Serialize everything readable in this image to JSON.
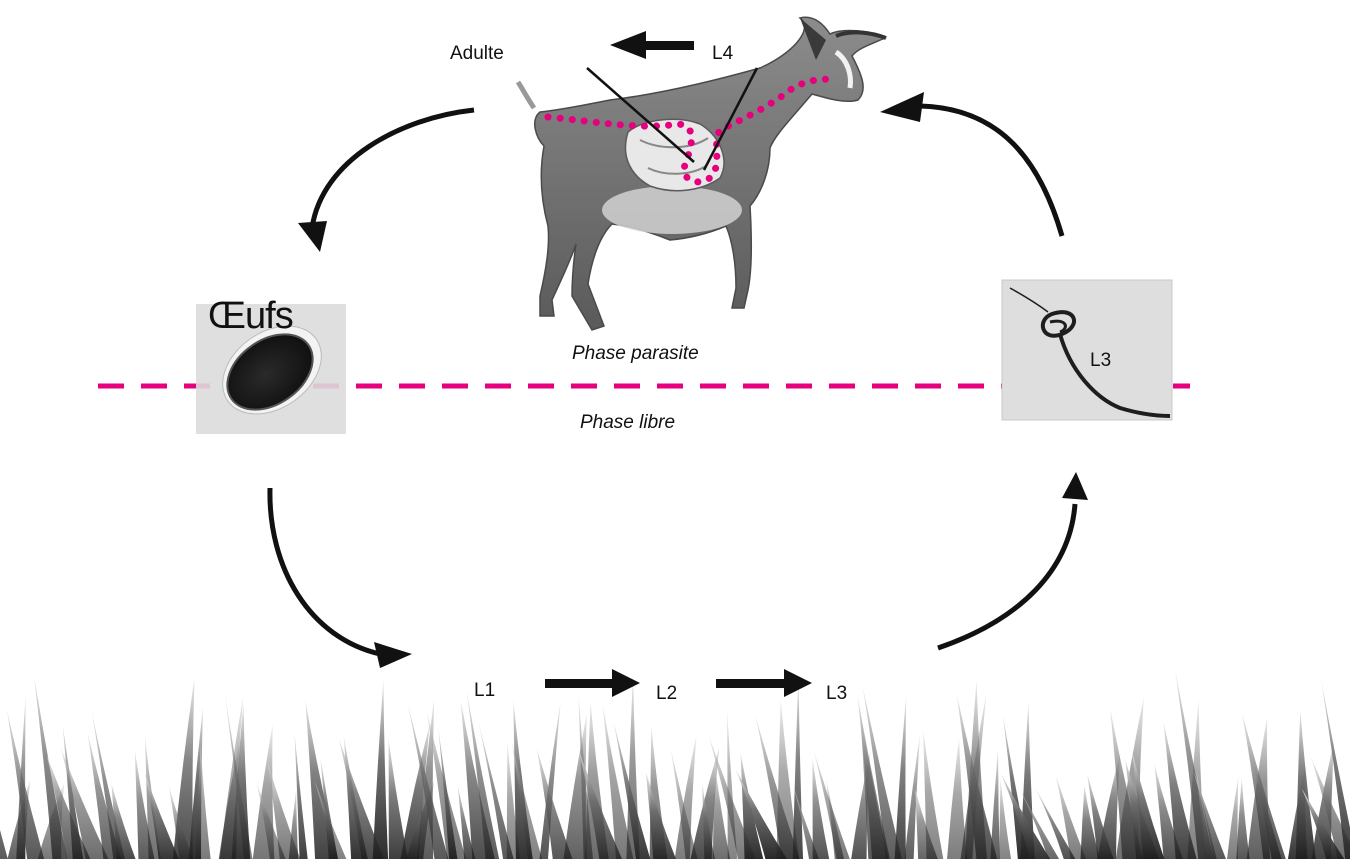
{
  "host": {
    "adult_label": "Adulte",
    "l4_label": "L4"
  },
  "phases": {
    "parasite_label": "Phase parasite",
    "free_label": "Phase libre"
  },
  "eggs": {
    "label": "Œufs"
  },
  "free_stages": {
    "l1_label": "L1",
    "l2_label": "L2",
    "l3_label": "L3"
  },
  "infective_larva": {
    "label": "L3"
  },
  "colors": {
    "phase_line": "#e6007e",
    "gut_dots": "#e6007e",
    "arrows": "#111111",
    "grass": "#555555"
  }
}
